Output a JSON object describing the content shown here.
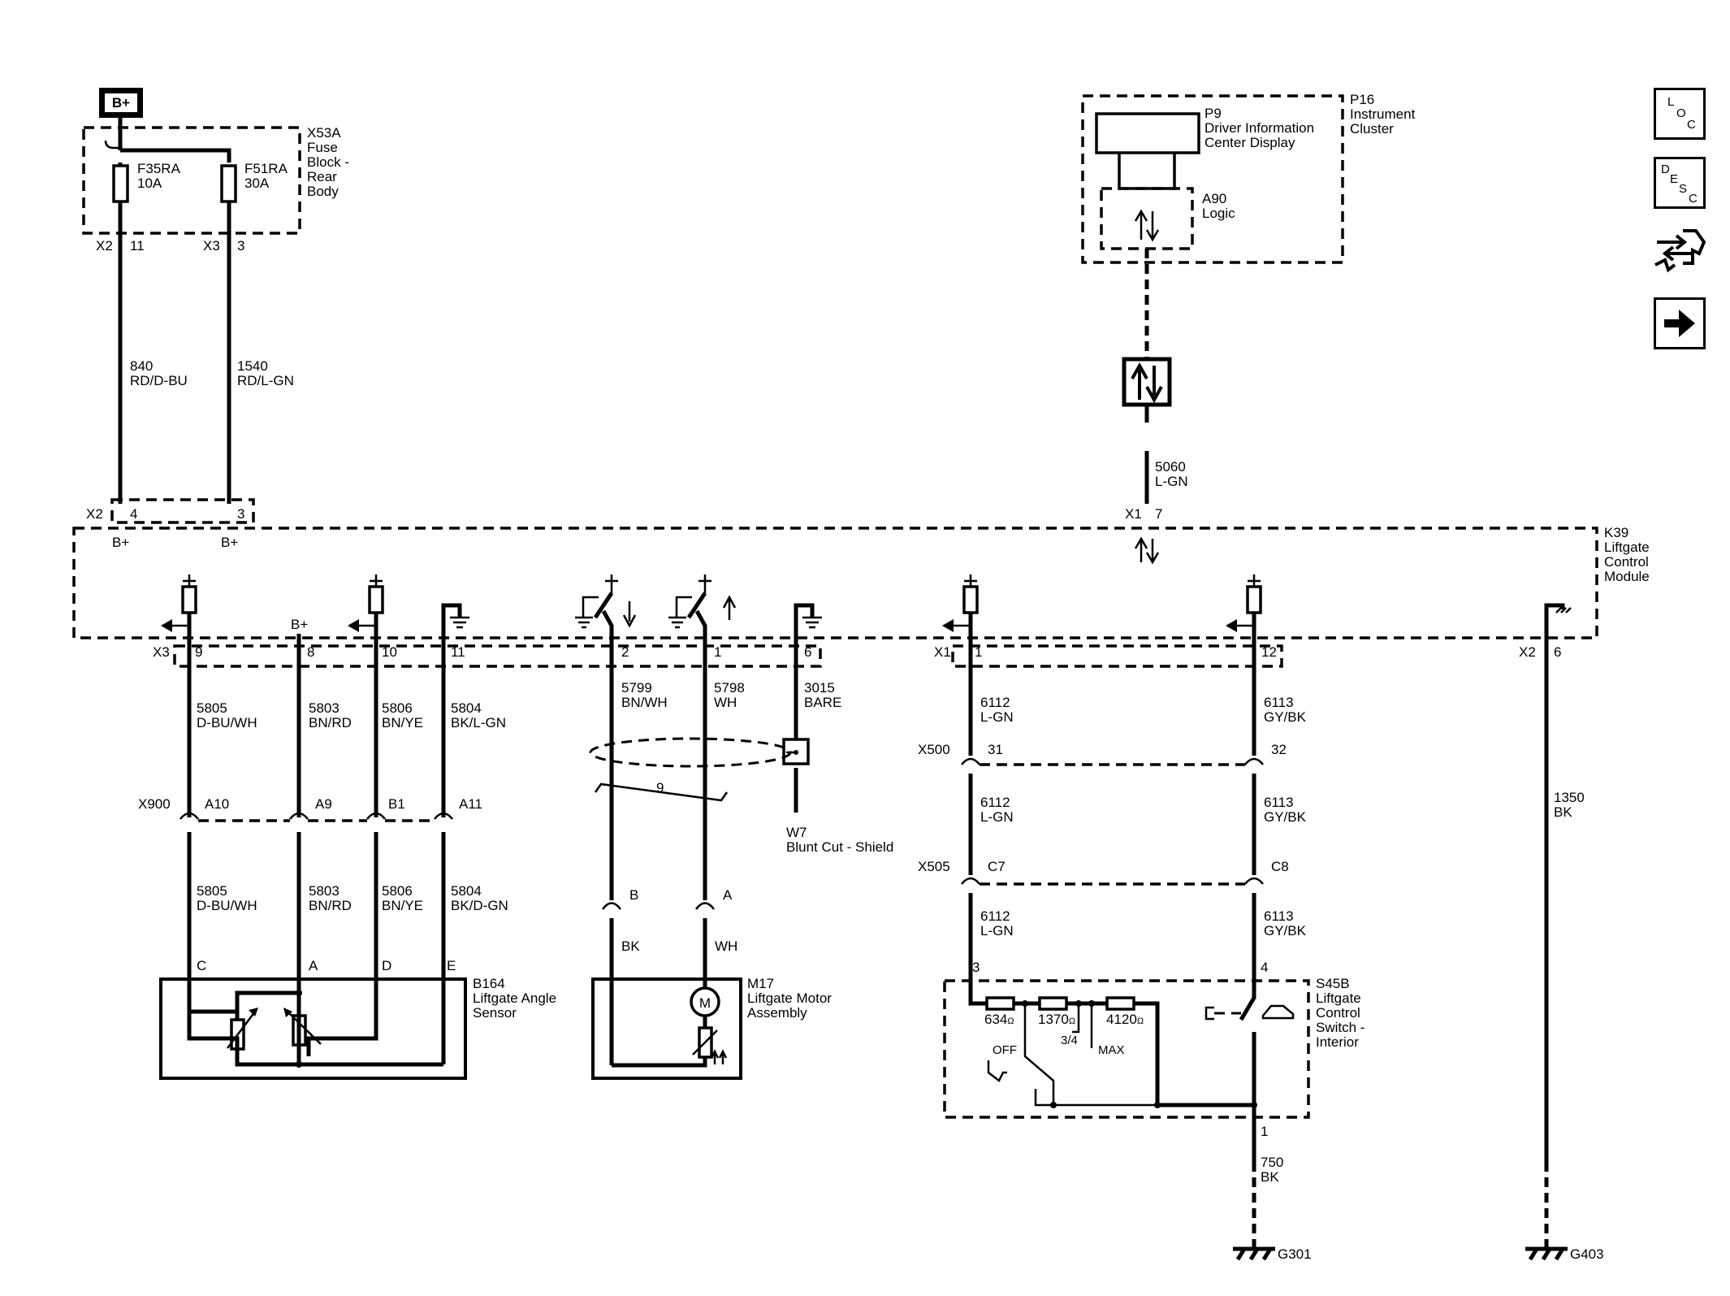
{
  "battery": {
    "label": "B+"
  },
  "fuse_block": {
    "name": "X53A\nFuse\nBlock -\nRear\nBody",
    "fuses": [
      {
        "id": "F35RA",
        "rating": "10A"
      },
      {
        "id": "F51RA",
        "rating": "30A"
      }
    ],
    "pins": {
      "x2": "X2",
      "x2_pin": "11",
      "x3": "X3",
      "x3_pin": "3"
    }
  },
  "wires_top": [
    {
      "circuit": "840",
      "color": "RD/D-BU"
    },
    {
      "circuit": "1540",
      "color": "RD/L-GN"
    }
  ],
  "cluster": {
    "name": "P16\nInstrument\nCluster",
    "display": "P9\nDriver Information\nCenter Display",
    "logic": "A90\nLogic"
  },
  "serial_wire": {
    "circuit": "5060",
    "color": "L-GN"
  },
  "k39": {
    "name": "K39\nLiftgate\nControl\nModule",
    "conn_x2_top": "X2",
    "pins_x2_top": [
      "4",
      "3"
    ],
    "bplus": "B+",
    "conn_x1_top": "X1",
    "pin_x1_top": "7",
    "conn_x3": "X3",
    "pins_x3": [
      "9",
      "8",
      "10",
      "11",
      "2",
      "1",
      "6"
    ],
    "conn_x1": "X1",
    "pins_x1": [
      "1",
      "12"
    ],
    "conn_x2": "X2",
    "pin_x2": "6",
    "inner_bplus": "B+"
  },
  "sensor_wires_upper": [
    {
      "circuit": "5805",
      "color": "D-BU/WH"
    },
    {
      "circuit": "5803",
      "color": "BN/RD"
    },
    {
      "circuit": "5806",
      "color": "BN/YE"
    },
    {
      "circuit": "5804",
      "color": "BK/L-GN"
    }
  ],
  "x900": {
    "name": "X900",
    "pins": [
      "A10",
      "A9",
      "B1",
      "A11"
    ]
  },
  "sensor_wires_lower": [
    {
      "circuit": "5805",
      "color": "D-BU/WH"
    },
    {
      "circuit": "5803",
      "color": "BN/RD"
    },
    {
      "circuit": "5806",
      "color": "BN/YE"
    },
    {
      "circuit": "5804",
      "color": "BK/D-GN"
    }
  ],
  "sensor": {
    "name": "B164\nLiftgate Angle\nSensor",
    "pins": [
      "C",
      "A",
      "D",
      "E"
    ]
  },
  "motor_wires": [
    {
      "circuit": "5799",
      "color": "BN/WH"
    },
    {
      "circuit": "5798",
      "color": "WH"
    },
    {
      "circuit": "3015",
      "color": "BARE"
    }
  ],
  "twist_count": "9",
  "shield": "W7\nBlunt Cut - Shield",
  "motor_pins": [
    "B",
    "A"
  ],
  "motor_lead_colors": [
    "BK",
    "WH"
  ],
  "motor": {
    "name": "M17\nLiftgate Motor\nAssembly",
    "symbol": "M"
  },
  "switch_wires": [
    {
      "circuit": "6112",
      "color": "L-GN"
    },
    {
      "circuit": "6113",
      "color": "GY/BK"
    }
  ],
  "x500": {
    "name": "X500",
    "pins": [
      "31",
      "32"
    ]
  },
  "x505": {
    "name": "X505",
    "pins": [
      "C7",
      "C8"
    ]
  },
  "switch": {
    "name": "S45B\nLiftgate\nControl\nSwitch -\nInterior",
    "pins": [
      "3",
      "4",
      "1"
    ],
    "resistors": [
      "634",
      "1370",
      "4120"
    ],
    "ohm": "Ω",
    "positions": [
      "OFF",
      "3/4",
      "MAX"
    ]
  },
  "ground_wires": [
    {
      "circuit": "750",
      "color": "BK"
    },
    {
      "circuit": "1350",
      "color": "BK"
    }
  ],
  "grounds": [
    "G301",
    "G403"
  ],
  "side_buttons": {
    "loc": [
      "L",
      "O",
      "C"
    ],
    "desc": [
      "D",
      "E",
      "S",
      "C"
    ]
  },
  "icons": [
    "loc-button",
    "desc-button",
    "connector-diagnostic-icon",
    "next-arrow-icon"
  ]
}
